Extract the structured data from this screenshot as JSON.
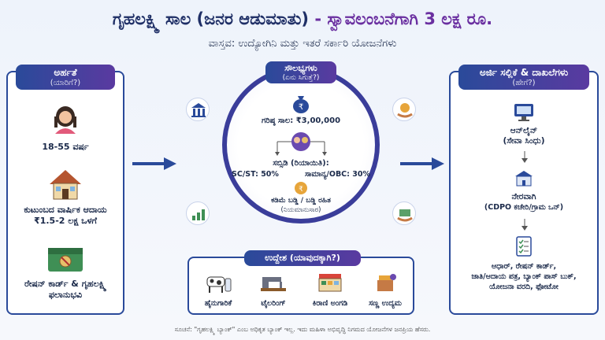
{
  "header": {
    "title_main": "ಗೃಹಲಕ್ಷ್ಮಿ ಸಾಲ (ಜನರ ಆಡುಮಾತು)",
    "title_accent": "- ಸ್ವಾವಲಂಬನೆಗಾಗಿ 3 ಲಕ್ಷ ರೂ.",
    "subtitle": "ವಾಸ್ತವ: ಉದ್ಯೋಗಿನಿ ಮತ್ತು ಇತರೆ ಸರ್ಕಾರಿ ಯೋಜನೆಗಳು"
  },
  "eligibility": {
    "heading": "ಅರ್ಹತೆ",
    "subheading": "(ಯಾರಿಗೆ?)",
    "items": [
      {
        "icon": "woman-icon",
        "label": "18-55 ವರ್ಷ"
      },
      {
        "icon": "house-icon",
        "label": "ಕುಟುಂಬದ ವಾರ್ಷಿಕ ಆದಾಯ ₹1.5-2 ಲಕ್ಷ ಒಳಗೆ"
      },
      {
        "icon": "ration-card-icon",
        "label": "ರೇಷನ್ ಕಾರ್ಡ್ & ಗೃಹಲಕ್ಷ್ಮಿ ಫಲಾನುಭವಿ"
      }
    ]
  },
  "benefits": {
    "heading": "ಸೌಲಭ್ಯಗಳು",
    "subheading": "(ಏನು ಸಿಗುತ್ತೆ?)",
    "max_loan": "ಗರಿಷ್ಠ ಸಾಲ: ₹3,00,000",
    "subsidy_title": "ಸಬ್ಸಿಡಿ (ರಿಯಾಯಿತಿ):",
    "subsidy_sc": "SC/ST: 50%",
    "subsidy_general": "ಸಾಮಾನ್ಯ/OBC: 30%",
    "interest": "ಕಡಿಮೆ ಬಡ್ಡಿ / ಬಡ್ಡಿ ರಹಿತ",
    "interest_note": "(ನಿಯಮಾನುಸಾರ)"
  },
  "purpose": {
    "heading": "ಉದ್ದೇಶ (ಯಾವುದಕ್ಕಾಗಿ?)",
    "items": [
      {
        "icon": "cow-icon",
        "label": "ಹೈನುಗಾರಿಕೆ"
      },
      {
        "icon": "sewing-machine-icon",
        "label": "ಟೈಲರಿಂಗ್"
      },
      {
        "icon": "shop-icon",
        "label": "ಕಿರಾಣಿ ಅಂಗಡಿ"
      },
      {
        "icon": "small-business-icon",
        "label": "ಸಣ್ಣ ಉದ್ಯಮ"
      }
    ]
  },
  "apply": {
    "heading": "ಅರ್ಜಿ ಸಲ್ಲಿಕೆ & ದಾಖಲೆಗಳು",
    "subheading": "(ಹೇಗೆ?)",
    "steps": [
      {
        "icon": "computer-icon",
        "label1": "ಆನ್‌ಲೈನ್",
        "label2": "(ಸೇವಾ ಸಿಂಧು)"
      },
      {
        "icon": "office-icon",
        "label1": "ನೇರವಾಗಿ",
        "label2": "(CDPO ಕಚೇರಿ/ಗ್ರಾಮ ಒನ್)"
      },
      {
        "icon": "checklist-icon",
        "label1": "ಆಧಾರ್, ರೇಷನ್ ಕಾರ್ಡ್,",
        "label2": "ಜಾತಿ/ಆದಾಯ ಪತ್ರ, ಬ್ಯಾಂಕ್ ಪಾಸ್ ಬುಕ್,",
        "label3": "ಯೋಜನಾ ವರದಿ, ಫೋಟೋ"
      }
    ]
  },
  "footer": "ಸೂಚನೆ: \"ಗೃಹಲಕ್ಷ್ಮಿ ಬ್ಯಾಂಕ್\" ಎಂಬ ಅಧಿಕೃತ ಬ್ಯಾಂಕ್ ಇಲ್ಲ. ಇದು ಮಹಿಳಾ ಅಭಿವೃದ್ಧಿ ನಿಗಮದ ಯೋಜನೆಗಳ ಜನಪ್ರಿಯ ಹೆಸರು."
}
